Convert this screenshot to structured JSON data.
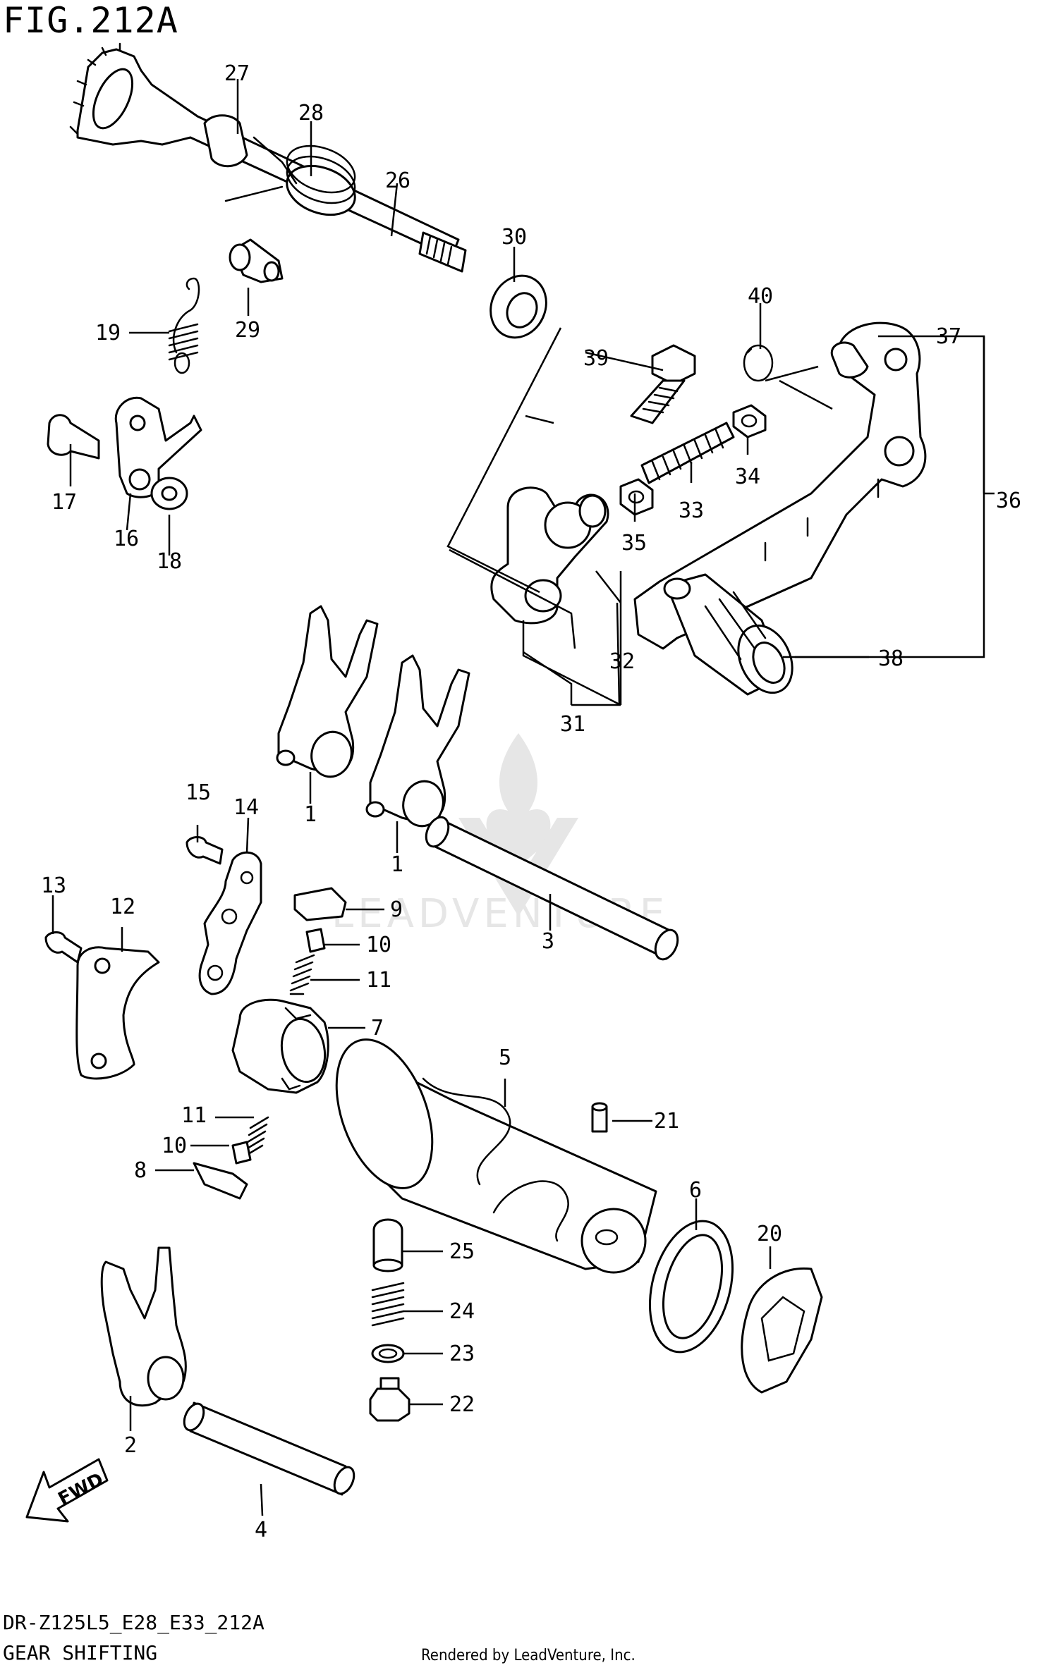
{
  "title": "FIG.212A",
  "footer": {
    "code": "DR-Z125L5_E28_E33_212A",
    "name": "GEAR SHIFTING",
    "rendered_by": "Rendered by LeadVenture, Inc."
  },
  "watermark": "LEADVENTURE",
  "fwd_label": "FWD",
  "callouts": [
    "1",
    "1",
    "2",
    "3",
    "4",
    "5",
    "6",
    "7",
    "8",
    "9",
    "10",
    "10",
    "11",
    "11",
    "12",
    "13",
    "14",
    "15",
    "16",
    "17",
    "18",
    "19",
    "20",
    "21",
    "22",
    "23",
    "24",
    "25",
    "26",
    "27",
    "28",
    "29",
    "30",
    "31",
    "32",
    "33",
    "34",
    "35",
    "36",
    "37",
    "38",
    "39",
    "40"
  ]
}
